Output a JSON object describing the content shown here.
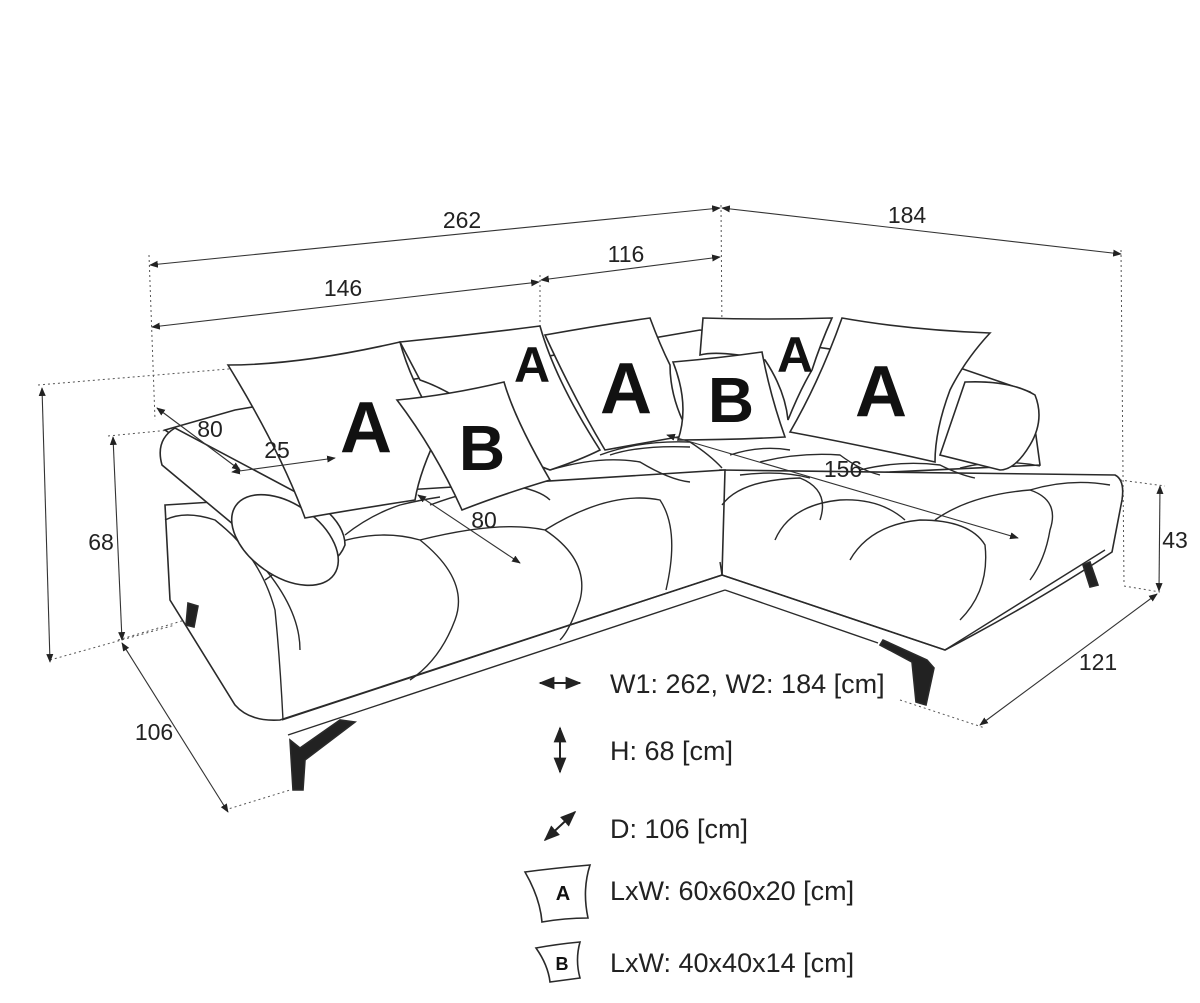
{
  "dimensions": {
    "total_width_w1": "262",
    "total_width_w2": "184",
    "section_left": "146",
    "section_right": "116",
    "armrest_depth": "80",
    "armrest_width": "25",
    "seat_depth": "80",
    "chaise_length": "156",
    "height": "68",
    "seat_height": "43",
    "depth": "106",
    "chaise_depth": "121"
  },
  "cushions": {
    "pillow_a": "A",
    "pillow_b": "B"
  },
  "legend": {
    "width_text": "W1: 262, W2: 184 [cm]",
    "height_text": "H: 68 [cm]",
    "depth_text": "D: 106 [cm]",
    "pillow_a_text": "LxW: 60x60x20 [cm]",
    "pillow_b_text": "LxW: 40x40x14 [cm]"
  }
}
